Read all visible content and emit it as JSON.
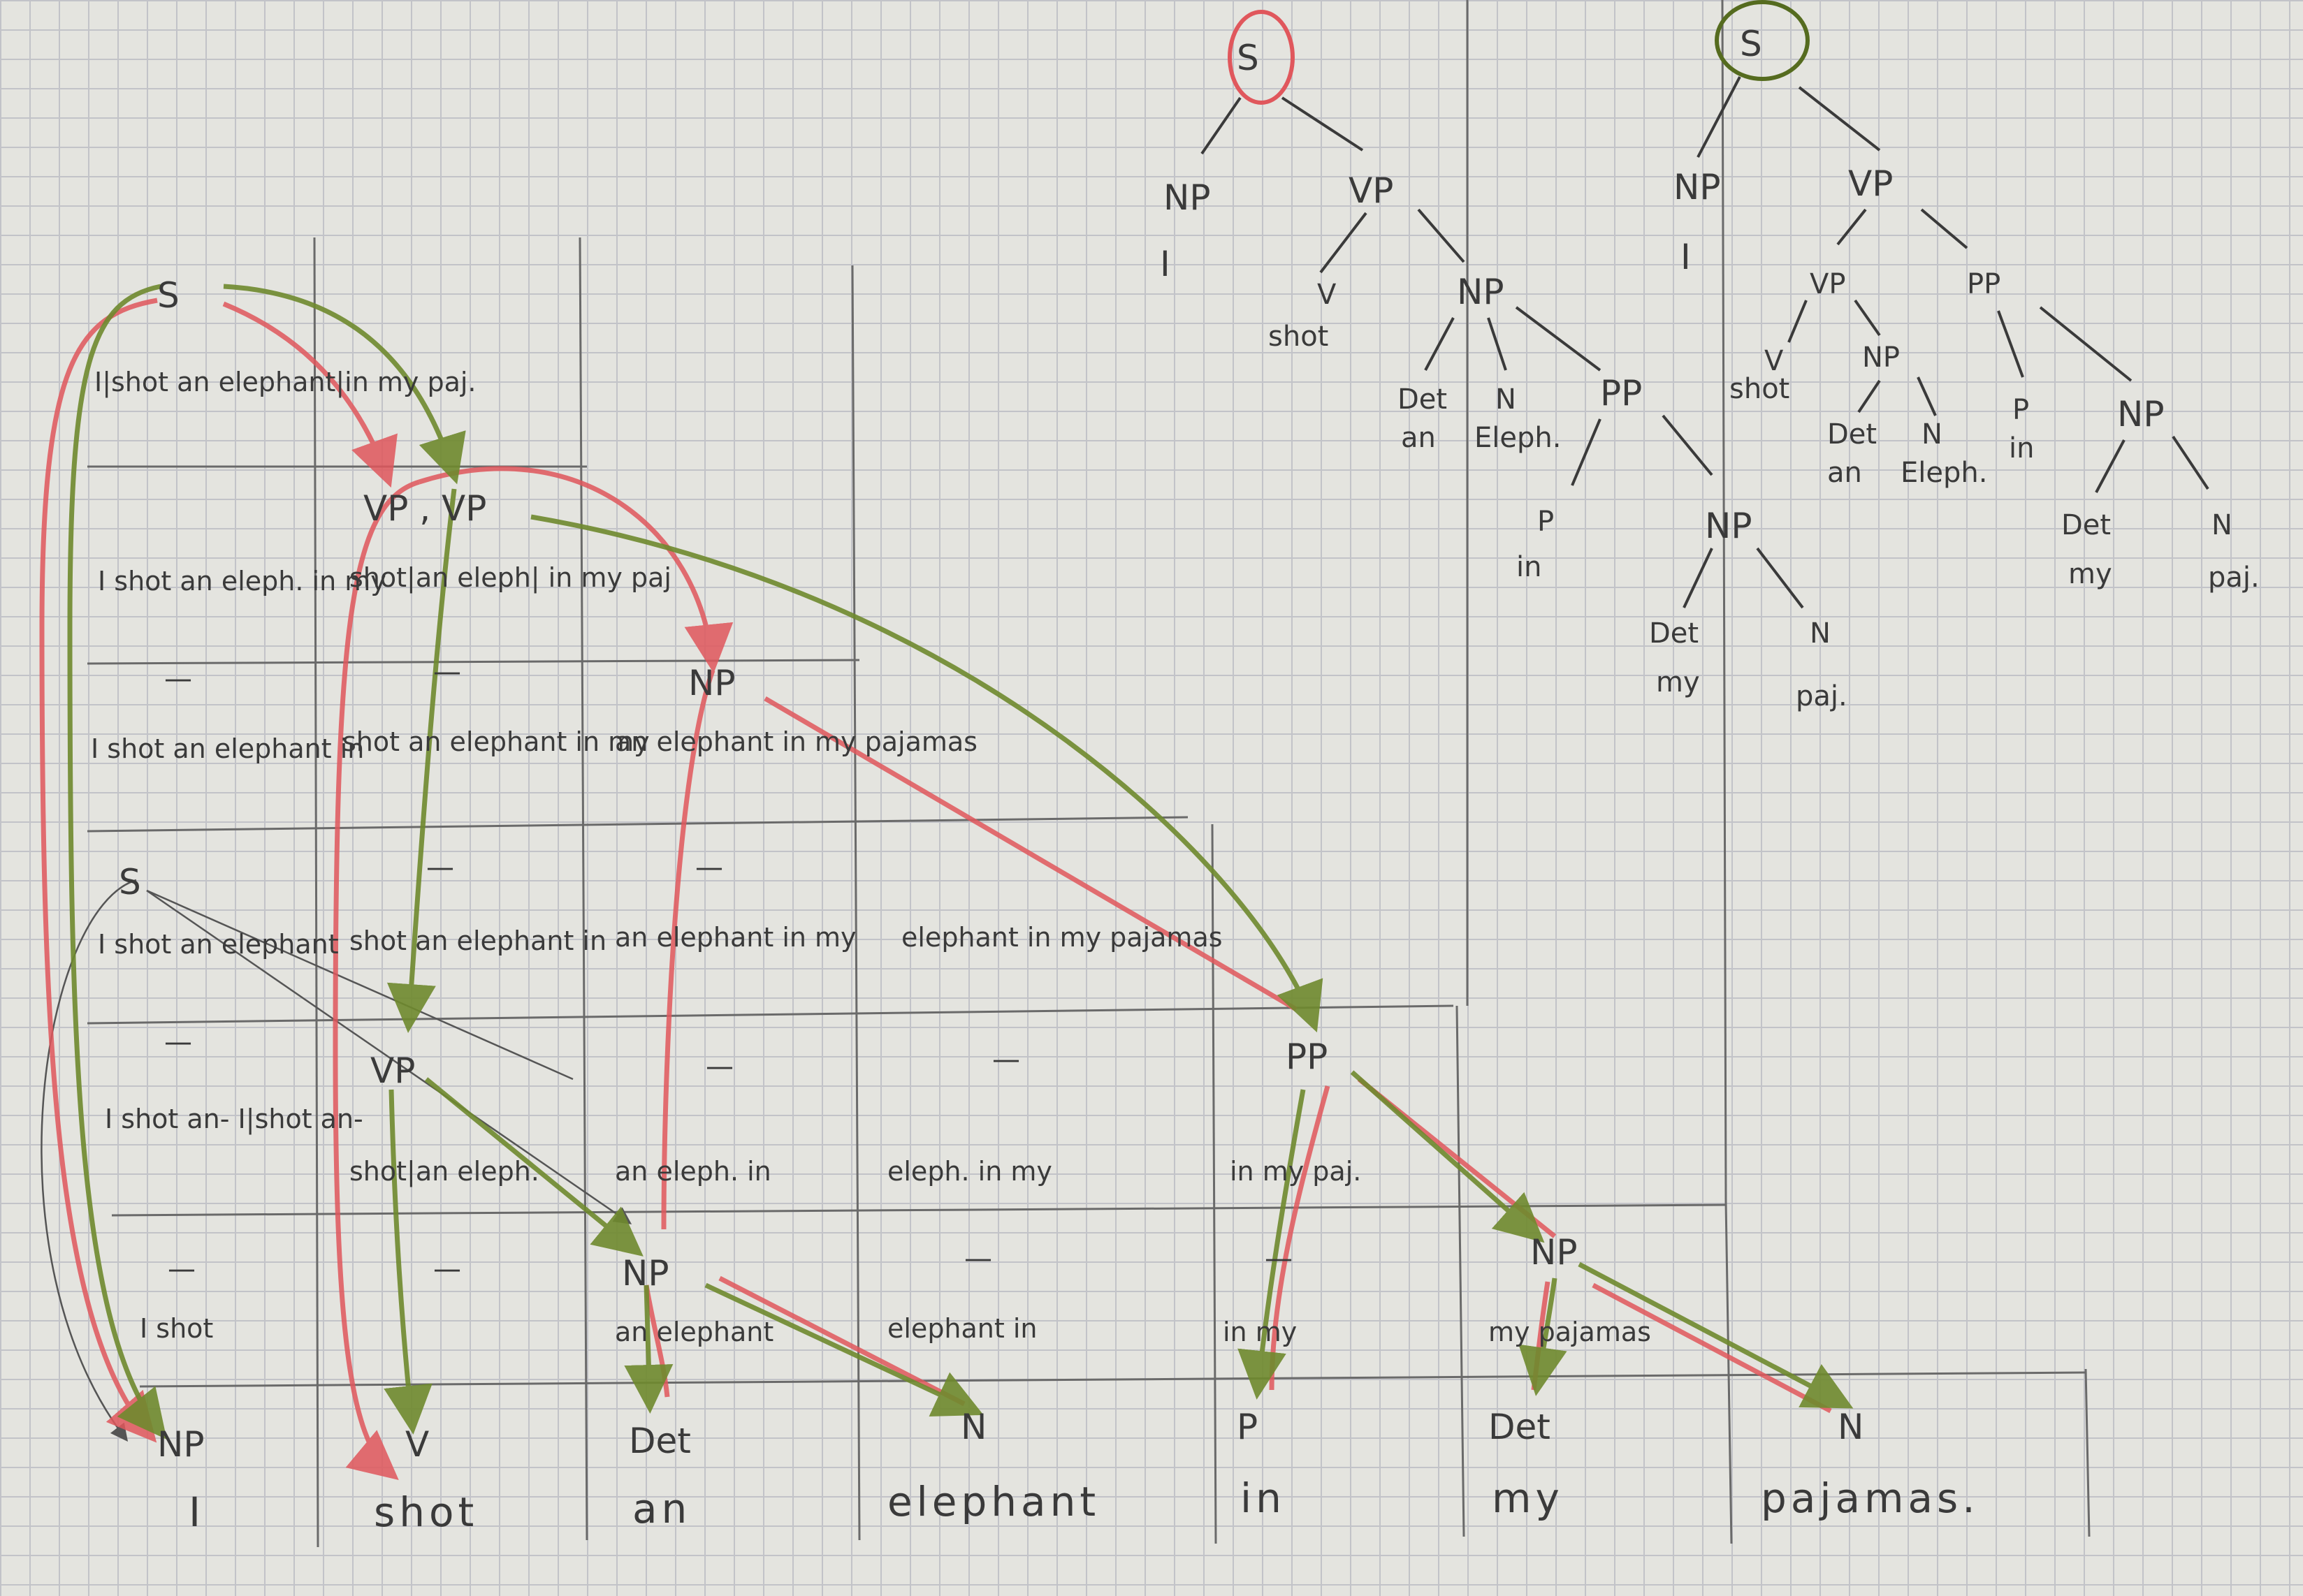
{
  "chart_data": {
    "type": "diagram",
    "sentence": [
      "I",
      "shot",
      "an",
      "elephant",
      "in",
      "my",
      "pajamas."
    ],
    "chart": {
      "diag0": [
        "I|shot an elephant|in my paj.",
        "I shot an eleph. in my",
        "I shot an elephant in",
        "I shot an elephant",
        "I shot an- I|shot an-",
        "I shot"
      ],
      "diag1": [
        "VP , VP",
        "shot|an eleph| in my paj",
        "shot an elephant in my",
        "shot an elephant in",
        "VP",
        "shot|an eleph."
      ],
      "diag2": [
        "NP",
        "an elephant in my pajamas",
        "an elephant in my",
        "an eleph. in",
        "NP",
        "an elephant"
      ],
      "diag3": [
        "elephant in my pajamas",
        "eleph. in my",
        "elephant in"
      ],
      "diag4": [
        "PP",
        "in my paj.",
        "in my"
      ],
      "diag5": [
        "NP",
        "my pajamas"
      ],
      "start_label": "S",
      "dash": "—",
      "preterminals": [
        "NP",
        "V",
        "Det",
        "N",
        "P",
        "Det",
        "N"
      ]
    },
    "tree_red": {
      "root": "S",
      "nodes": [
        "NP",
        "I",
        "VP",
        "V",
        "shot",
        "NP",
        "Det",
        "an",
        "N",
        "Eleph.",
        "PP",
        "P",
        "in",
        "NP",
        "Det",
        "my",
        "N",
        "paj."
      ]
    },
    "tree_green": {
      "root": "S",
      "nodes": [
        "NP",
        "I",
        "VP",
        "VP",
        "PP",
        "V",
        "shot",
        "NP",
        "Det",
        "an",
        "N",
        "Eleph.",
        "P",
        "in",
        "NP",
        "Det",
        "my",
        "N",
        "paj."
      ]
    },
    "colors": {
      "red_parse": "#e0575c",
      "green_parse": "#6f8a2e",
      "pencil": "#3a3a3a"
    }
  }
}
